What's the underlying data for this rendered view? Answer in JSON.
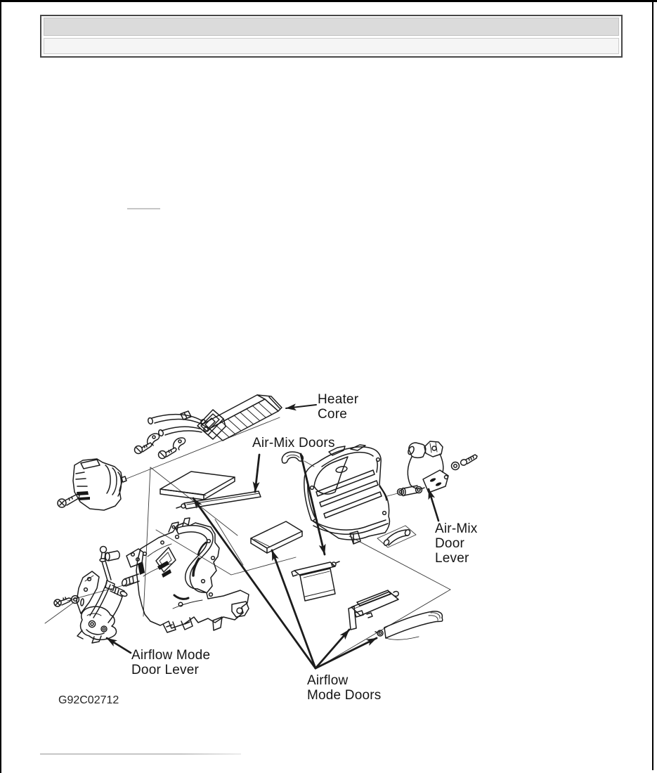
{
  "page": {
    "background": "#ffffff",
    "frame_color": "#000000",
    "rule_color": "#c6c6c6"
  },
  "header": {
    "bar1_color": "#dbdbdb",
    "bar2_color": "#f5f5f5",
    "border_color": "#474747"
  },
  "figure": {
    "code": "G92C02712",
    "line_color": "#1c1c1c",
    "labels": {
      "heater_core": {
        "lines": [
          "Heater",
          "Core"
        ]
      },
      "air_mix_doors": {
        "lines": [
          "Air-Mix Doors"
        ]
      },
      "air_mix_door_lever": {
        "lines": [
          "Air-Mix",
          "Door",
          "Lever"
        ]
      },
      "airflow_mode_door_lever": {
        "lines": [
          "Airflow Mode",
          "Door Lever"
        ]
      },
      "airflow_mode_doors": {
        "lines": [
          "Airflow",
          "Mode Doors"
        ]
      }
    }
  }
}
